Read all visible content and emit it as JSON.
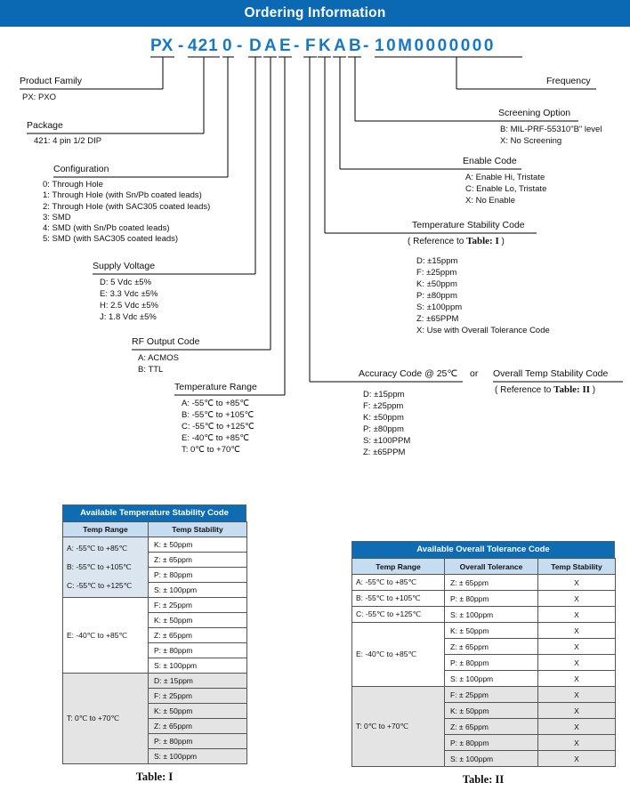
{
  "header": {
    "title": "Ordering Information"
  },
  "colors": {
    "header_bg": "#0a69b2",
    "part_number_blue": "#1778c4",
    "table_title_bg": "#0d6cb2",
    "table_subheader_bg": "#c6dcf0",
    "shaded_cell_blue": "#dbe5ef",
    "shaded_cell_gray": "#e4e4e4"
  },
  "part_number": {
    "segments": [
      "PX",
      "-",
      "421",
      "0",
      "-",
      "D",
      "A",
      "E",
      "-",
      "F",
      "K",
      "A",
      "B",
      "-",
      "10M0000000"
    ]
  },
  "callouts": {
    "left": [
      {
        "label": "Product Family",
        "items": [
          "PX: PXO"
        ]
      },
      {
        "label": "Package",
        "items": [
          "421: 4 pin 1/2 DIP"
        ]
      },
      {
        "label": "Configuration",
        "items": [
          "0: Through Hole",
          "1: Through Hole (with Sn/Pb coated leads)",
          "2: Through Hole (with SAC305 coated leads)",
          "3: SMD",
          "4: SMD (with Sn/Pb coated leads)",
          "5: SMD (with SAC305 coated leads)"
        ]
      },
      {
        "label": "Supply Voltage",
        "items": [
          "D: 5 Vdc ±5%",
          "E: 3.3 Vdc ±5%",
          "H: 2.5 Vdc ±5%",
          "J: 1.8 Vdc ±5%"
        ]
      },
      {
        "label": "RF Output Code",
        "items": [
          "A: ACMOS",
          "B: TTL"
        ]
      },
      {
        "label": "Temperature Range",
        "items": [
          "A: -55℃ to +85℃",
          "B: -55℃ to +105℃",
          "C: -55℃ to +125℃",
          "E: -40℃ to +85℃",
          "T: 0℃ to +70℃"
        ]
      }
    ],
    "right": [
      {
        "label": "Frequency"
      },
      {
        "label": "Screening Option",
        "items": [
          "B: MIL-PRF-55310\"B\" level",
          "X: No Screening"
        ]
      },
      {
        "label": "Enable Code",
        "items": [
          "A: Enable Hi, Tristate",
          "C: Enable Lo, Tristate",
          "X: No Enable"
        ]
      },
      {
        "label": "Temperature Stability Code",
        "ref_prefix": "( Reference to ",
        "ref_table": "Table: I",
        "ref_suffix": " )",
        "items": [
          "D: ±15ppm",
          "F: ±25ppm",
          "K: ±50ppm",
          "P: ±80ppm",
          "S: ±100ppm",
          "Z: ±65PPM",
          "X: Use with Overall Tolerance Code"
        ]
      },
      {
        "label": "Accuracy Code @ 25℃",
        "conjunction": "or",
        "label2": "Overall Temp Stability Code",
        "ref_prefix": "( Reference to ",
        "ref_table": "Table: II",
        "ref_suffix": " )",
        "items": [
          "D: ±15ppm",
          "F: ±25ppm",
          "K: ±50ppm",
          "P: ±80ppm",
          "S: ±100PPM",
          "Z: ±65PPM"
        ]
      }
    ]
  },
  "table1": {
    "title": "Available Temperature Stability Code",
    "columns": [
      "Temp Range",
      "Temp Stability"
    ],
    "groups": [
      {
        "range_lines": [
          "A: -55℃ to +85℃",
          "B: -55℃ to +105℃",
          "C: -55℃ to +125℃"
        ],
        "stabilities": [
          "K: ± 50ppm",
          "Z: ± 65ppm",
          "P: ± 80ppm",
          "S: ± 100ppm"
        ]
      },
      {
        "range_lines": [
          "E: -40℃ to +85℃"
        ],
        "stabilities": [
          "F: ± 25ppm",
          "K: ± 50ppm",
          "Z: ± 65ppm",
          "P: ± 80ppm",
          "S: ± 100ppm"
        ]
      },
      {
        "range_lines": [
          "T: 0℃ to +70℃"
        ],
        "stabilities": [
          "D: ± 15ppm",
          "F: ± 25ppm",
          "K: ± 50ppm",
          "Z: ± 65ppm",
          "P: ± 80ppm",
          "S: ± 100ppm"
        ]
      }
    ],
    "caption": "Table: I"
  },
  "table2": {
    "title": "Available Overall Tolerance Code",
    "columns": [
      "Temp Range",
      "Overall Tolerance",
      "Temp Stability"
    ],
    "groups": [
      {
        "range": "A: -55℃ to +85℃",
        "rows": [
          [
            "Z: ± 65ppm",
            "X"
          ]
        ]
      },
      {
        "range": "B: -55℃ to +105℃",
        "rows": [
          [
            "P: ± 80ppm",
            "X"
          ]
        ]
      },
      {
        "range": "C: -55℃ to +125℃",
        "rows": [
          [
            "S: ± 100ppm",
            "X"
          ]
        ]
      },
      {
        "range": "E: -40℃ to +85℃",
        "rows": [
          [
            "K: ± 50ppm",
            "X"
          ],
          [
            "Z: ± 65ppm",
            "X"
          ],
          [
            "P: ± 80ppm",
            "X"
          ],
          [
            "S: ± 100ppm",
            "X"
          ]
        ]
      },
      {
        "range": "T: 0℃ to +70℃",
        "rows": [
          [
            "F: ± 25ppm",
            "X"
          ],
          [
            "K: ± 50ppm",
            "X"
          ],
          [
            "Z: ± 65ppm",
            "X"
          ],
          [
            "P: ± 80ppm",
            "X"
          ],
          [
            "S: ± 100ppm",
            "X"
          ]
        ]
      }
    ],
    "caption": "Table: II"
  }
}
